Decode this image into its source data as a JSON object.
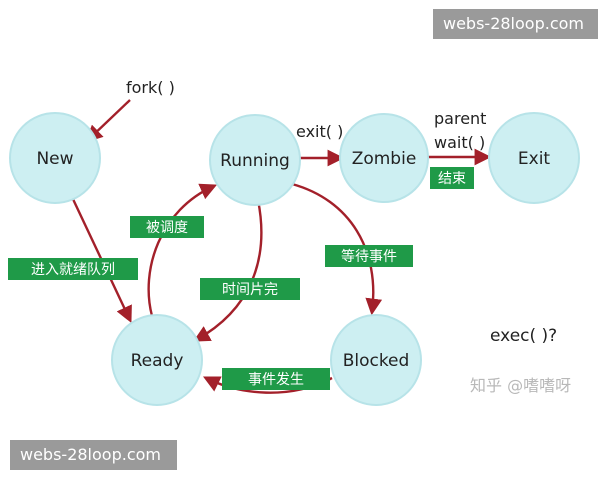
{
  "watermark": {
    "text": "webs-28loop.com"
  },
  "credit": "知乎 @嗜嗜呀",
  "states": {
    "new": "New",
    "running": "Running",
    "zombie": "Zombie",
    "exit": "Exit",
    "ready": "Ready",
    "blocked": "Blocked"
  },
  "transitions": {
    "fork": "fork( )",
    "exit_call": "exit( )",
    "parent": "parent",
    "wait": "wait( )",
    "end": "结束",
    "enter_ready_queue": "进入就绪队列",
    "scheduled": "被调度",
    "time_slice_done": "时间片完",
    "wait_event": "等待事件",
    "event_occurs": "事件发生"
  },
  "question": "exec( )?",
  "colors": {
    "node_fill": "#cdeff2",
    "node_stroke": "#b7e3e8",
    "arrow": "#a3202a",
    "label_green": "#1f9a48",
    "text": "#222222"
  }
}
